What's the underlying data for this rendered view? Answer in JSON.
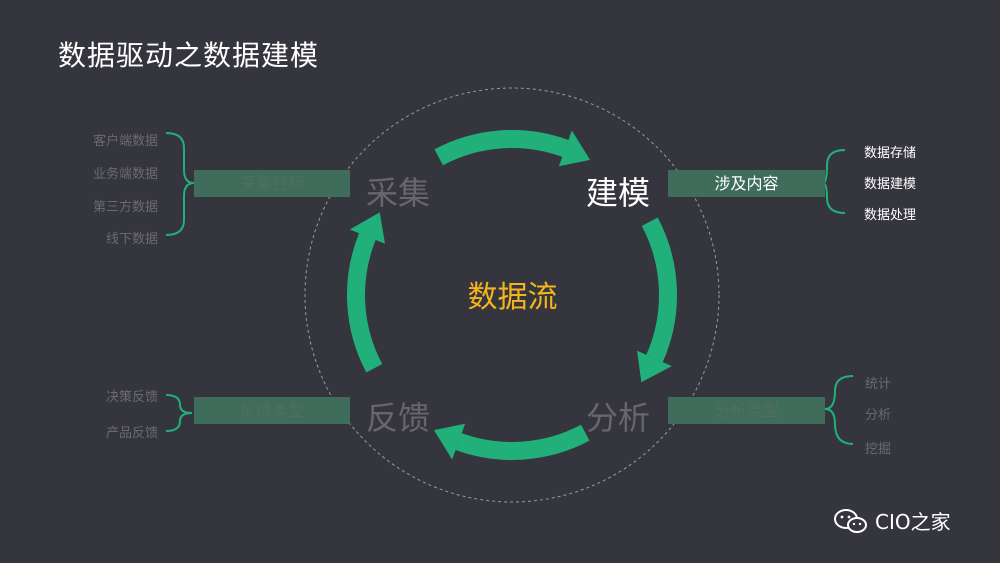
{
  "title": "数据驱动之数据建模",
  "center": "数据流",
  "nodes": {
    "collect": "采集",
    "model": "建模",
    "analyze": "分析",
    "feedback": "反馈"
  },
  "boxes": {
    "collect": "采集目标",
    "model": "涉及内容",
    "analyze": "分析类型",
    "feedback": "反馈类型"
  },
  "collect_items": [
    "客户端数据",
    "业务端数据",
    "第三方数据",
    "线下数据"
  ],
  "model_items": [
    "数据存储",
    "数据建模",
    "数据处理"
  ],
  "analyze_items": [
    "统计",
    "分析",
    "挖掘"
  ],
  "feedback_items": [
    "决策反馈",
    "产品反馈"
  ],
  "watermark": "CIO之家",
  "colors": {
    "background": "#35363d",
    "accent": "#22b07a",
    "center_text": "#f5b41e"
  }
}
